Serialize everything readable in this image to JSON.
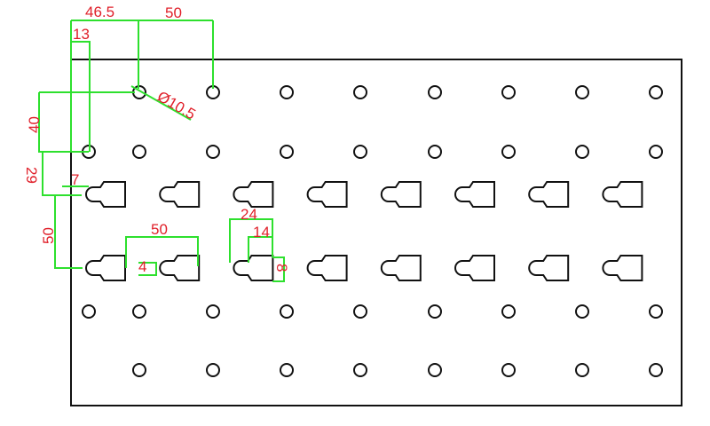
{
  "dimensions": {
    "top_offset": "46.5",
    "top_pitch": "50",
    "left_offset": "13",
    "hole_diameter": "Ø10.5",
    "row_spacing": "40",
    "slot_offset_v": "29",
    "slot_offset_h": "7",
    "slot_row_spacing": "50",
    "slot_pitch": "50",
    "slot_length": "24",
    "slot_head": "14",
    "slot_width": "8",
    "slot_radius": "4"
  },
  "colors": {
    "outline": "#111111",
    "dimension_line": "#2ee02e",
    "dimension_text": "#e0202a"
  }
}
